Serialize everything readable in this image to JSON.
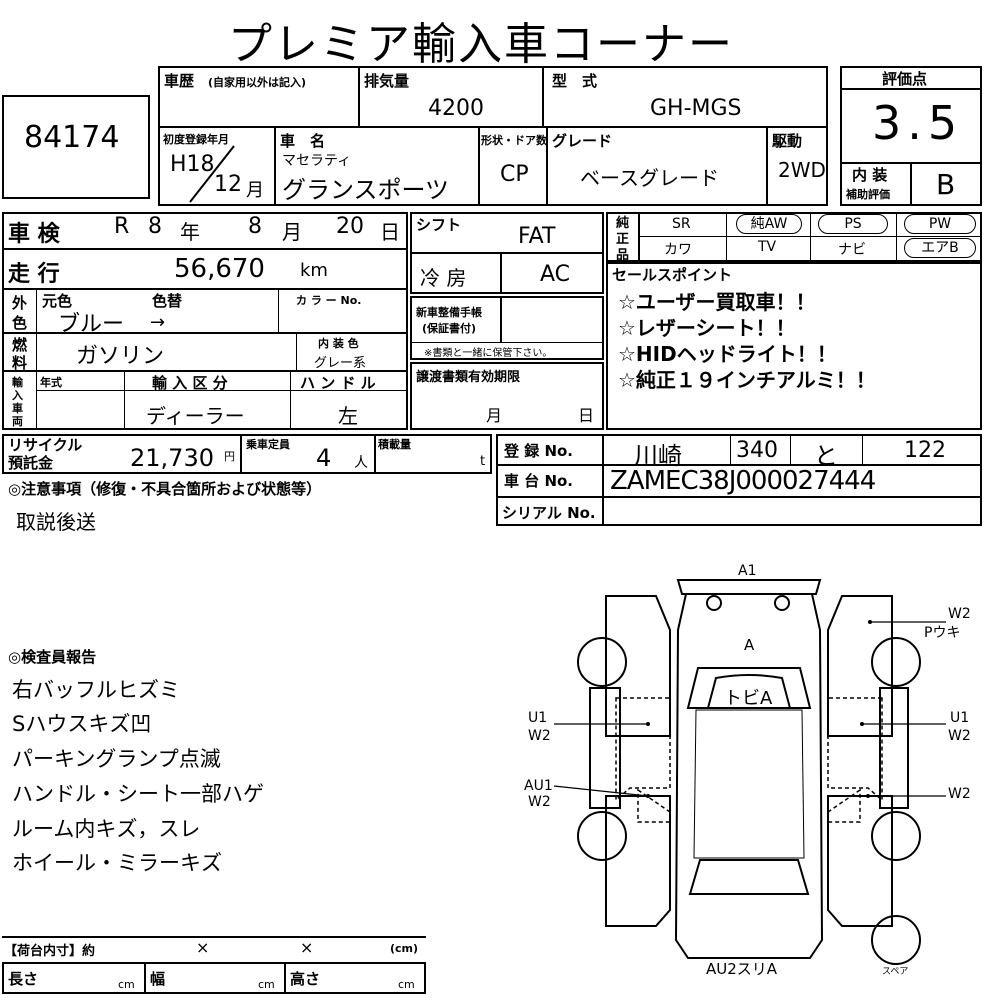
{
  "header": {
    "title": "プレミア輸入車コーナー"
  },
  "lot_number": "84174",
  "history": {
    "label": "車歴",
    "note": "(自家用以外は記入)"
  },
  "displacement": {
    "label": "排気量",
    "value": "4200"
  },
  "model": {
    "label": "型　式",
    "value": "GH-MGS"
  },
  "first_registration": {
    "label": "初度登録年月",
    "year": "H18",
    "month": "12",
    "unit": "月"
  },
  "car_name": {
    "label": "車　名",
    "maker": "マセラティ",
    "name": "グランスポーツ"
  },
  "body_type": {
    "label": "形状・ドア数",
    "value": "CP"
  },
  "grade": {
    "label": "グレード",
    "value": "ベースグレード"
  },
  "drive": {
    "label": "駆動",
    "value": "2WD"
  },
  "evaluation": {
    "label": "評価点",
    "score": "3.5",
    "interior_label_1": "内 装",
    "interior_label_2": "補助評価",
    "interior_value": "B"
  },
  "inspection": {
    "label": "車 検",
    "era": "R",
    "year": "8",
    "year_unit": "年",
    "month": "8",
    "month_unit": "月",
    "day": "20",
    "day_unit": "日"
  },
  "mileage": {
    "label": "走 行",
    "value": "56,670",
    "unit": "km"
  },
  "color": {
    "side_label": [
      "外",
      "色"
    ],
    "original_label": "元色",
    "changed_label": "色替",
    "value": "ブルー",
    "arrow": "→",
    "color_no_label": "カ ラ ー No."
  },
  "fuel": {
    "side_label": [
      "燃",
      "料"
    ],
    "value": "ガソリン",
    "interior_color_label": "内 装 色",
    "interior_color_value": "グレー系"
  },
  "import": {
    "side_label": [
      "輸",
      "入",
      "車",
      "両"
    ],
    "year_label": "年式",
    "type_label": "輸 入 区 分",
    "type_value": "ディーラー",
    "handle_label": "ハ ン ド ル",
    "handle_value": "左"
  },
  "shift": {
    "label": "シフト",
    "value": "FAT"
  },
  "aircon": {
    "label": "冷 房",
    "value": "AC"
  },
  "service_book": {
    "label_1": "新車整備手帳",
    "label_2": "(保証書付)",
    "note": "※書類と一緒に保管下さい。"
  },
  "transfer_docs": {
    "label": "譲渡書類有効期限",
    "month_unit": "月",
    "day_unit": "日"
  },
  "equipment": {
    "side_label": [
      "純",
      "正",
      "品"
    ],
    "row1": [
      "SR",
      "純AW",
      "PS",
      "PW"
    ],
    "row2": [
      "カワ",
      "TV",
      "ナビ",
      "エアB"
    ]
  },
  "sales_points": {
    "label": "セールスポイント",
    "items": [
      "☆ユーザー買取車！！",
      "☆レザーシート！！",
      "☆HIDヘッドライト！！",
      "☆純正１９インチアルミ！！"
    ]
  },
  "recycle": {
    "label_1": "リサイクル",
    "label_2": "預託金",
    "value": "21,730",
    "unit": "円"
  },
  "capacity": {
    "label": "乗車定員",
    "value": "4",
    "unit": "人"
  },
  "load": {
    "label": "積載量",
    "unit": "t"
  },
  "registration": {
    "label": "登 録 No.",
    "place": "川崎",
    "class": "340",
    "kana": "と",
    "number": "122"
  },
  "chassis": {
    "label": "車 台 No.",
    "value": "ZAMEC38J000027444"
  },
  "serial": {
    "label": "シリアル No."
  },
  "notes": {
    "label": "◎注意事項（修復・不具合箇所および状態等）",
    "value": "取説後送"
  },
  "inspector_report": {
    "label": "◎検査員報告",
    "items": [
      "右バッフルヒズミ",
      "Sハウスキズ凹",
      "パーキングランプ点滅",
      "ハンドル・シート一部ハゲ",
      "ルーム内キズ，スレ",
      "ホイール・ミラーキズ"
    ]
  },
  "diagram": {
    "front": "A1",
    "hood": "A",
    "roof": "トビA",
    "rear": "AU2スリA",
    "spare": "スペア",
    "right_front": [
      "W2",
      "Pウキ"
    ],
    "right_mid": [
      "U1",
      "W2"
    ],
    "right_rear": [
      "W2"
    ],
    "left_mid": [
      "U1",
      "W2"
    ],
    "left_rear": [
      "AU1",
      "W2"
    ]
  },
  "cargo": {
    "label": "【荷台内寸】約",
    "x1": "×",
    "x2": "×",
    "unit": "(cm)",
    "length": "長さ",
    "width": "幅",
    "height": "高さ",
    "cm": "cm"
  }
}
